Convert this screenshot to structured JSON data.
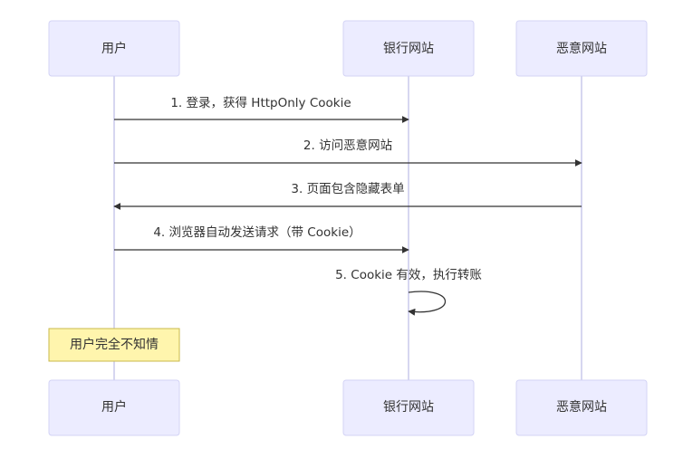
{
  "participants": [
    {
      "id": "user",
      "label": "用户"
    },
    {
      "id": "bank",
      "label": "银行网站"
    },
    {
      "id": "evil",
      "label": "恶意网站"
    }
  ],
  "messages": [
    {
      "text": "1. 登录，获得 HttpOnly Cookie",
      "from": "user",
      "to": "bank"
    },
    {
      "text": "2. 访问恶意网站",
      "from": "user",
      "to": "evil"
    },
    {
      "text": "3. 页面包含隐藏表单",
      "from": "evil",
      "to": "user"
    },
    {
      "text": "4. 浏览器自动发送请求（带 Cookie）",
      "from": "user",
      "to": "bank"
    },
    {
      "text": "5. Cookie 有效，执行转账",
      "from": "bank",
      "to": "bank"
    }
  ],
  "note": {
    "text": "用户完全不知情",
    "over": "user"
  },
  "colors": {
    "actor_fill": "#ececff",
    "lifeline": "#d6d6f0",
    "note_fill": "#fff5ad"
  }
}
